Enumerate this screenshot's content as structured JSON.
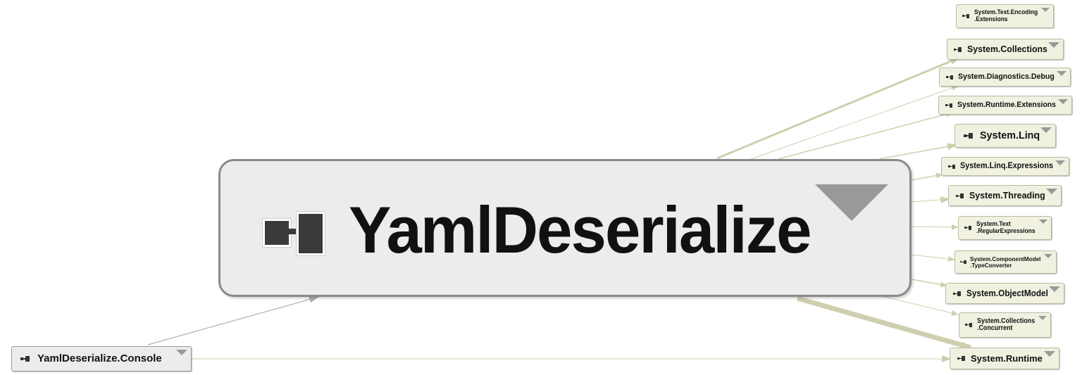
{
  "main_node": {
    "label": "YamlDeserialize",
    "icon": "assembly-icon"
  },
  "source_node": {
    "label": "YamlDeserialize.Console",
    "icon": "assembly-icon"
  },
  "dependencies": [
    {
      "id": "dep-encoding-ext",
      "line1": "System.Text.Encoding",
      "line2": ".Extensions"
    },
    {
      "id": "dep-collections",
      "line1": "System.Collections",
      "line2": ""
    },
    {
      "id": "dep-diag-debug",
      "line1": "System.Diagnostics.Debug",
      "line2": ""
    },
    {
      "id": "dep-runtime-ext",
      "line1": "System.Runtime.Extensions",
      "line2": ""
    },
    {
      "id": "dep-linq",
      "line1": "System.Linq",
      "line2": ""
    },
    {
      "id": "dep-linq-expr",
      "line1": "System.Linq.Expressions",
      "line2": ""
    },
    {
      "id": "dep-threading",
      "line1": "System.Threading",
      "line2": ""
    },
    {
      "id": "dep-regex",
      "line1": "System.Text",
      "line2": ".RegularExpressions"
    },
    {
      "id": "dep-typeconverter",
      "line1": "System.ComponentModel",
      "line2": ".TypeConverter"
    },
    {
      "id": "dep-objectmodel",
      "line1": "System.ObjectModel",
      "line2": ""
    },
    {
      "id": "dep-coll-concurrent",
      "line1": "System.Collections",
      "line2": ".Concurrent"
    },
    {
      "id": "dep-runtime",
      "line1": "System.Runtime",
      "line2": ""
    }
  ],
  "colors": {
    "edge": "#cfcfb0",
    "edge_grey": "#b0b0b0",
    "node_fill": "#f1f1e1"
  }
}
